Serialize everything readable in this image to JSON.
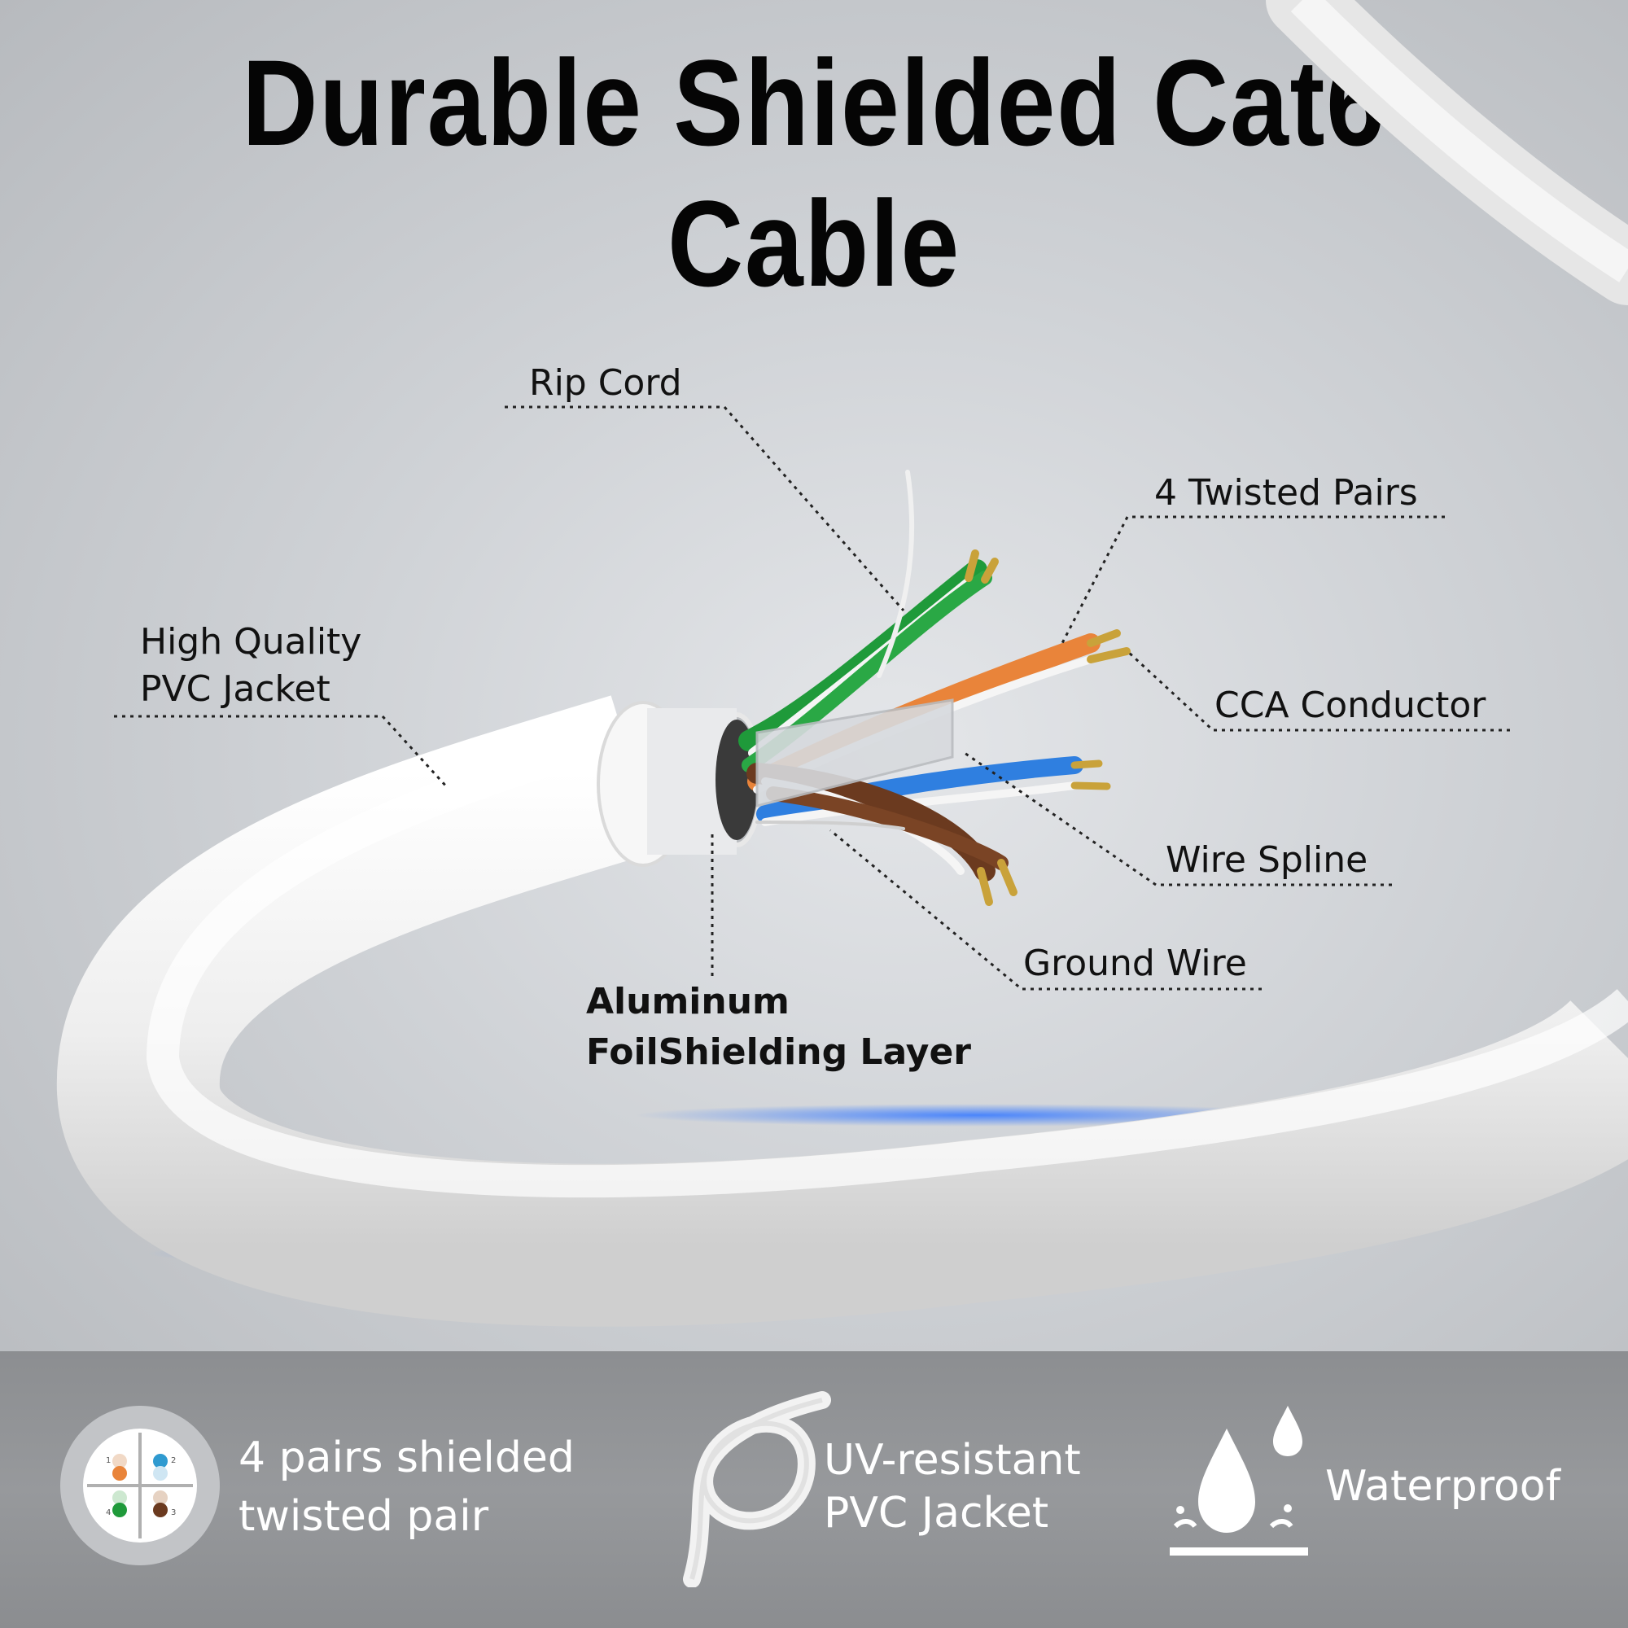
{
  "title": "Durable Shielded Cat6 Cable",
  "labels": {
    "rip_cord": "Rip Cord",
    "twisted_pairs": "4 Twisted Pairs",
    "pvc_jacket_line1": "High Quality",
    "pvc_jacket_line2": "PVC Jacket",
    "cca_conductor": "CCA Conductor",
    "wire_spline": "Wire Spline",
    "ground_wire": "Ground Wire",
    "foil_line1": "Aluminum",
    "foil_line2": "FoilShielding Layer"
  },
  "features": [
    {
      "icon": "twisted-pair-diagram-icon",
      "line1": "4 pairs shielded",
      "line2": "twisted pair"
    },
    {
      "icon": "cable-loop-icon",
      "line1": "UV-resistant",
      "line2": "PVC Jacket"
    },
    {
      "icon": "water-drops-icon",
      "line1": "Waterproof"
    }
  ],
  "pinout_numbers": [
    "1",
    "2",
    "3",
    "4"
  ],
  "colors": {
    "title": "#050505",
    "bottom_bar": "#909295",
    "cable_jacket": "#f2f2f2",
    "pair_green": "#1f9a3a",
    "pair_orange": "#e9843a",
    "pair_blue": "#2f7fe0",
    "pair_brown": "#6b3a1f",
    "conductor": "#c9a23a",
    "glow": "#3b7cff"
  }
}
